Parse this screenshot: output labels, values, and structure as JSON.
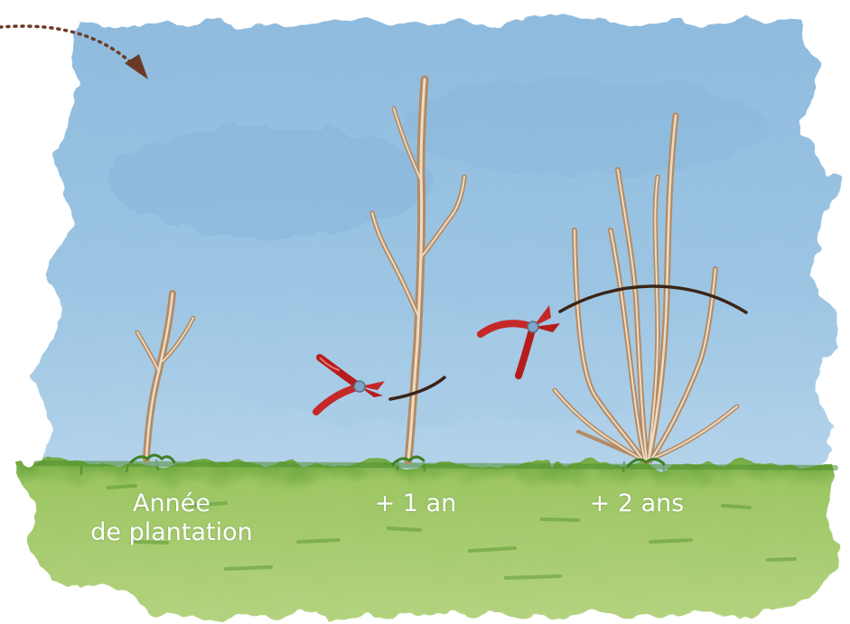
{
  "stages": [
    {
      "line1": "Année",
      "line2": "de plantation"
    },
    {
      "line1": "+ 1 an",
      "line2": ""
    },
    {
      "line1": "+ 2 ans",
      "line2": ""
    }
  ],
  "colors": {
    "sky": "#8cb9dc",
    "grass": "#a9cc6e",
    "grass_dark": "#5e9a36",
    "branch": "#c29a72",
    "branch_light": "#efe2cc",
    "shears": "#c62828",
    "cut_line": "#3b2418",
    "arrow": "#6b3a26"
  },
  "icons": [
    "pruning-shears-icon",
    "dotted-arrow-icon"
  ]
}
